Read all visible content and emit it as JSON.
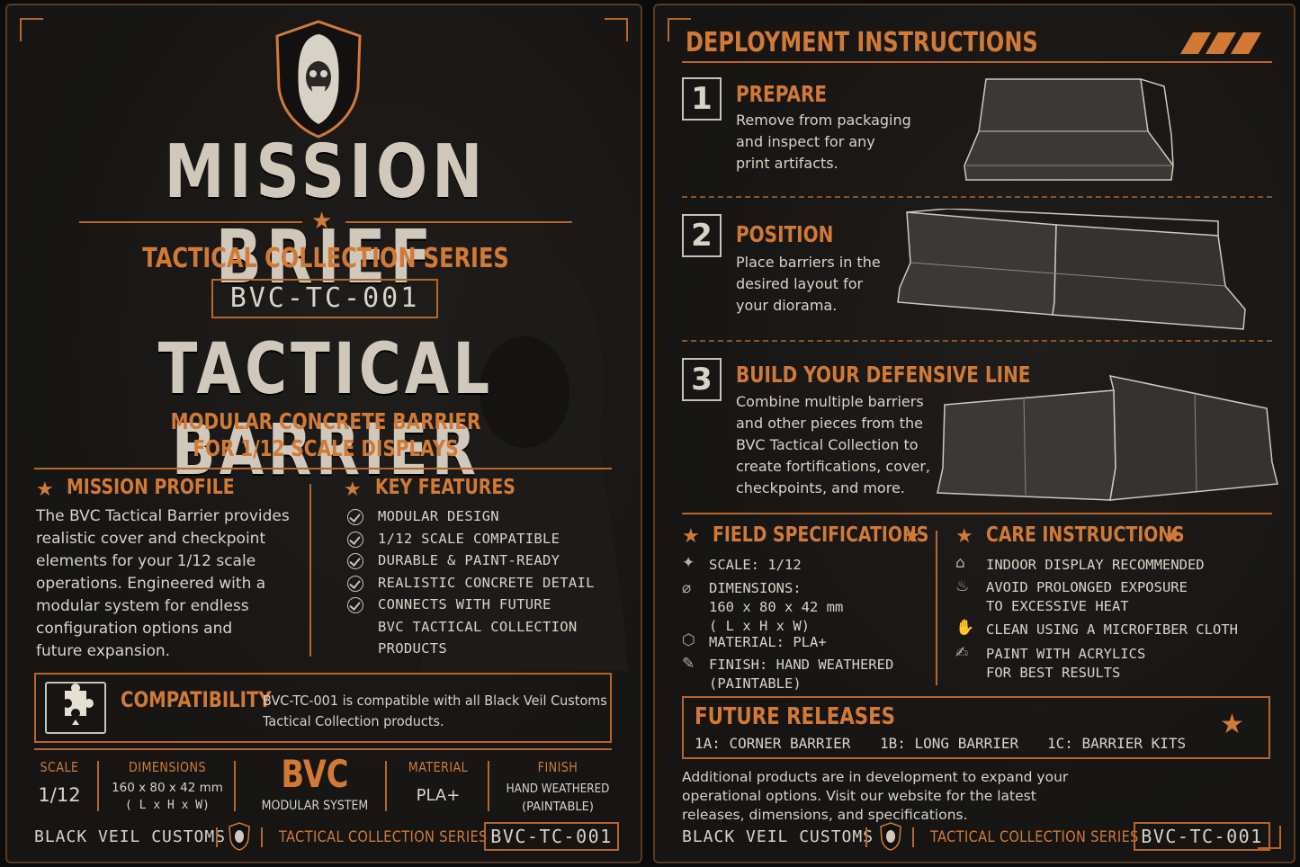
{
  "colors": {
    "accent": "#d27a35",
    "frame": "#b8652a",
    "text": "#d9d3c7",
    "background": "#161514"
  },
  "left": {
    "logo": "hooded-skull-shield-logo",
    "title": "MISSION BRIEF",
    "series": "TACTICAL COLLECTION SERIES",
    "code": "BVC-TC-001",
    "product": "TACTICAL BARRIER",
    "subtitle_line1": "MODULAR CONCRETE BARRIER",
    "subtitle_line2": "FOR 1/12 SCALE DISPLAYS",
    "profile": {
      "heading": "MISSION PROFILE",
      "lines": [
        "The BVC Tactical Barrier provides",
        "realistic cover and checkpoint",
        "elements for your 1/12 scale",
        "operations. Engineered with a",
        "modular system for endless",
        "configuration options and",
        "future expansion."
      ]
    },
    "features": {
      "heading": "KEY FEATURES",
      "items": [
        "MODULAR DESIGN",
        "1/12 SCALE COMPATIBLE",
        "DURABLE & PAINT-READY",
        "REALISTIC CONCRETE DETAIL",
        "CONNECTS WITH FUTURE"
      ],
      "continuation": [
        "BVC TACTICAL COLLECTION",
        "PRODUCTS"
      ]
    },
    "compat": {
      "heading": "COMPATIBILITY",
      "line1": "BVC-TC-001 is compatible with all Black Veil Customs",
      "line2": "Tactical Collection products."
    },
    "specs": {
      "scale_label": "SCALE",
      "scale_value": "1/12",
      "dim_label": "DIMENSIONS",
      "dim_value": "160 x 80 x 42 mm",
      "dim_sub": "( L x H x W)",
      "brand": "BVC",
      "brand_sub": "MODULAR SYSTEM",
      "material_label": "MATERIAL",
      "material_value": "PLA+",
      "finish_label": "FINISH",
      "finish_value": "HAND WEATHERED",
      "finish_sub": "(PAINTABLE)"
    },
    "footer": {
      "brand": "BLACK VEIL CUSTOMS",
      "series": "TACTICAL COLLECTION SERIES",
      "code": "BVC-TC-001"
    }
  },
  "right": {
    "heading": "DEPLOYMENT INSTRUCTIONS",
    "steps": [
      {
        "num": "1",
        "title": "PREPARE",
        "lines": [
          "Remove from packaging",
          "and inspect for any",
          "print artifacts."
        ]
      },
      {
        "num": "2",
        "title": "POSITION",
        "lines": [
          "Place barriers in the",
          "desired layout for",
          "your diorama."
        ]
      },
      {
        "num": "3",
        "title": "BUILD YOUR DEFENSIVE LINE",
        "lines": [
          "Combine multiple barriers",
          "and other pieces from the",
          "BVC Tactical Collection to",
          "create fortifications, cover,",
          "checkpoints, and more."
        ]
      }
    ],
    "field_specs": {
      "heading": "FIELD SPECIFICATIONS",
      "scale": "SCALE: 1/12",
      "dimensions": "DIMENSIONS:",
      "dim_value": "160 x 80 x 42 mm",
      "dim_sub": "( L x H x W)",
      "material": "MATERIAL: PLA+",
      "finish": "FINISH: HAND WEATHERED",
      "finish_sub": "(PAINTABLE)"
    },
    "care": {
      "heading": "CARE INSTRUCTIONS",
      "item1": "INDOOR DISPLAY RECOMMENDED",
      "item2": "AVOID PROLONGED EXPOSURE",
      "item2b": "TO EXCESSIVE HEAT",
      "item3": "CLEAN USING A MICROFIBER CLOTH",
      "item4": "PAINT WITH ACRYLICS",
      "item4b": "FOR BEST RESULTS"
    },
    "future": {
      "heading": "FUTURE RELEASES",
      "r1": "1A: CORNER BARRIER",
      "r2": "1B: LONG BARRIER",
      "r3": "1C: BARRIER KITS"
    },
    "note": [
      "Additional products are in development to expand your",
      "operational options. Visit our website for the latest",
      "releases, dimensions, and specifications."
    ],
    "footer": {
      "brand": "BLACK VEIL CUSTOMS",
      "series": "TACTICAL COLLECTION SERIES",
      "code": "BVC-TC-001"
    }
  }
}
